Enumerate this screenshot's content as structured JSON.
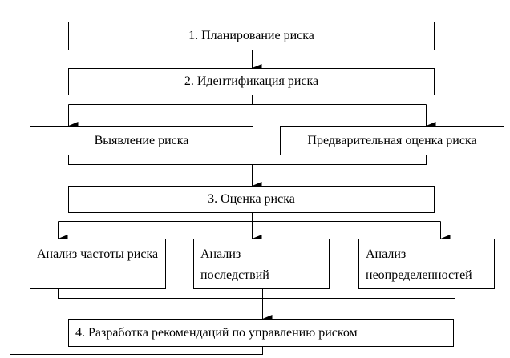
{
  "diagram": {
    "step1": "1. Планирование риска",
    "step2": "2. Идентификация риска",
    "step2_children": [
      "Выявление риска",
      "Предварительная оценка риска"
    ],
    "step3": "3. Оценка риска",
    "step3_children": [
      "Анализ частоты риска",
      "Анализ последствий",
      "Анализ неопределенностей"
    ],
    "step4": "4. Разработка рекомендаций по управлению риском"
  }
}
